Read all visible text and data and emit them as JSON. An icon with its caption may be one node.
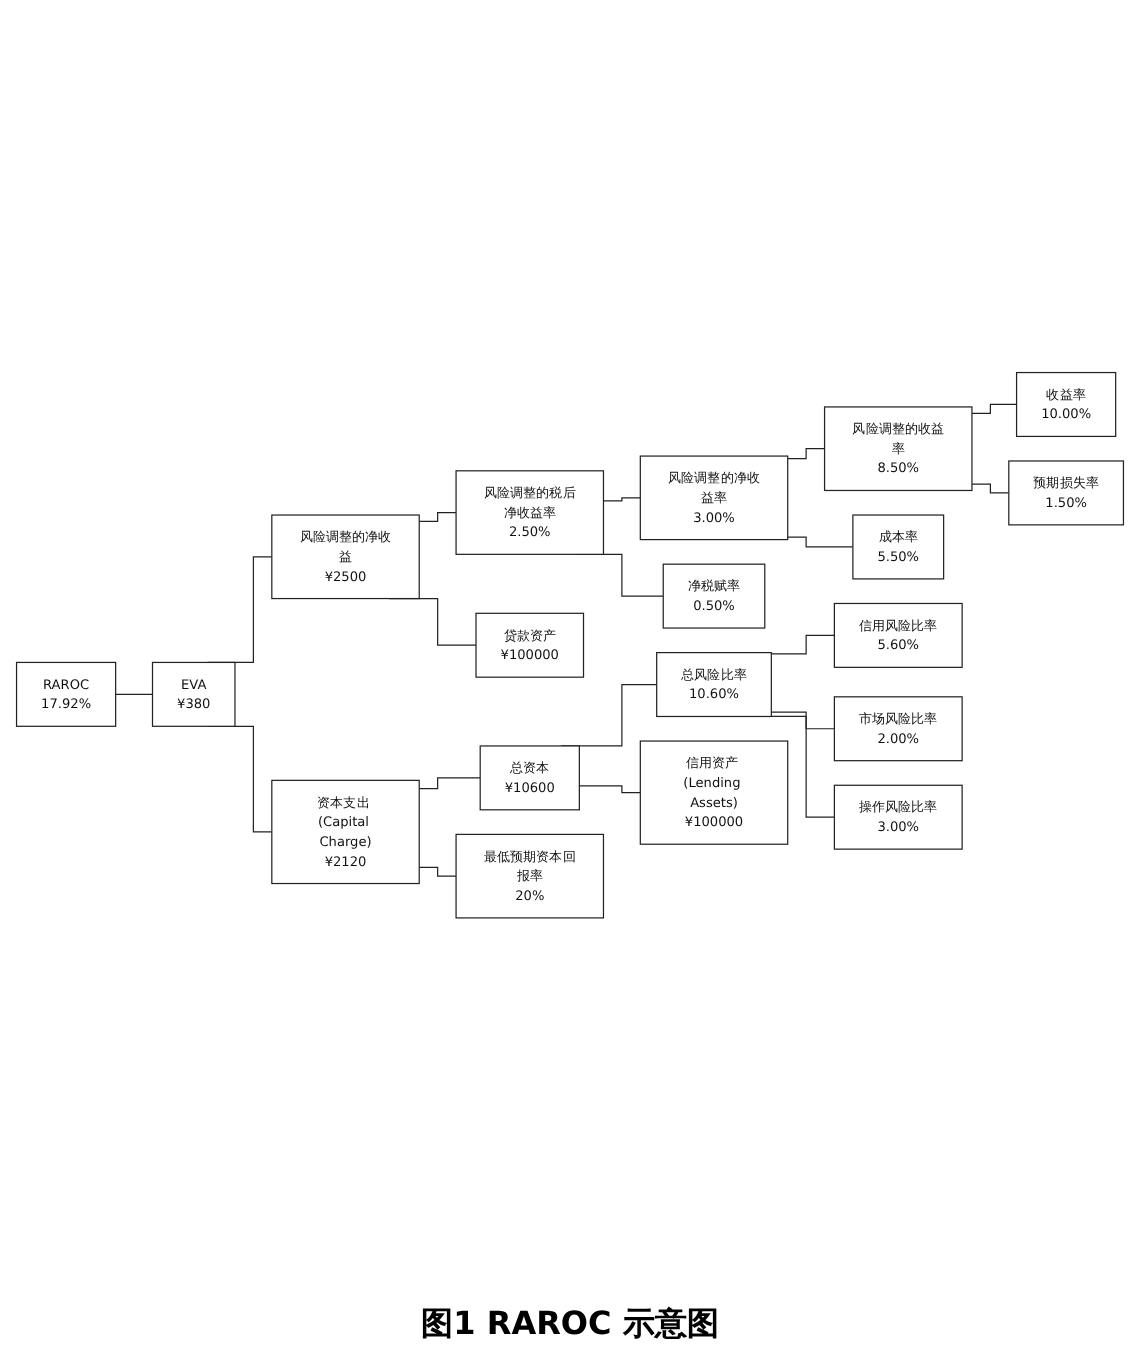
{
  "diagram": {
    "caption": "图1 RAROC 示意图",
    "nodes": [
      {
        "text": [
          "RAROC",
          "17.92%"
        ]
      },
      {
        "text": [
          "EVA",
          "¥380"
        ]
      },
      {
        "text": [
          "风险调整的净收益",
          "¥2500"
        ]
      },
      {
        "text": [
          "风险调整的税后净收益率",
          "2.50%"
        ]
      },
      {
        "text": [
          "风险调整的净收益率",
          "3.00%"
        ]
      },
      {
        "text": [
          "风险调整的收益率",
          "8.50%"
        ]
      },
      {
        "text": [
          "收益率",
          "10.00%"
        ]
      },
      {
        "text": [
          "预期损失率",
          "1.50%"
        ]
      },
      {
        "text": [
          "成本率",
          "5.50%"
        ]
      },
      {
        "text": [
          "净税赋率",
          "0.50%"
        ]
      },
      {
        "text": [
          "贷款资产",
          "¥100000"
        ]
      },
      {
        "text": [
          "资本支出 (Capital Charge)",
          "¥2120"
        ]
      },
      {
        "text": [
          "总资本",
          "¥10600"
        ]
      },
      {
        "text": [
          "总风险比率",
          "10.60%"
        ]
      },
      {
        "text": [
          "信用风险比率",
          "5.60%"
        ]
      },
      {
        "text": [
          "市场风险比率",
          "2.00%"
        ]
      },
      {
        "text": [
          "操作风险比率",
          "3.00%"
        ]
      },
      {
        "text": [
          "信用资产 (Lending Assets)",
          "¥100000"
        ]
      },
      {
        "text": [
          "最低预期资本回报率",
          "20%"
        ]
      }
    ],
    "edges": [
      {
        "from": 0,
        "to": 1,
        "arrow": "none"
      },
      {
        "from": 1,
        "to": 2,
        "arrow": "none"
      },
      {
        "from": 1,
        "to": 11,
        "arrow": "none"
      },
      {
        "from": 2,
        "to": 3,
        "arrow": "none"
      },
      {
        "from": 2,
        "to": 10,
        "arrow": "none"
      },
      {
        "from": 3,
        "to": 4,
        "arrow": "none"
      },
      {
        "from": 3,
        "to": 9,
        "arrow": "none"
      },
      {
        "from": 4,
        "to": 5,
        "arrow": "none"
      },
      {
        "from": 4,
        "to": 8,
        "arrow": "none"
      },
      {
        "from": 5,
        "to": 6,
        "arrow": "none"
      },
      {
        "from": 5,
        "to": 7,
        "arrow": "none"
      },
      {
        "from": 11,
        "to": 12,
        "arrow": "none"
      },
      {
        "from": 11,
        "to": 18,
        "arrow": "none"
      },
      {
        "from": 12,
        "to": 13,
        "arrow": "none"
      },
      {
        "from": 12,
        "to": 17,
        "arrow": "none"
      },
      {
        "from": 13,
        "to": 14,
        "arrow": "none"
      },
      {
        "from": 13,
        "to": 15,
        "arrow": "none"
      },
      {
        "from": 13,
        "to": 16,
        "arrow": "none"
      }
    ]
  }
}
